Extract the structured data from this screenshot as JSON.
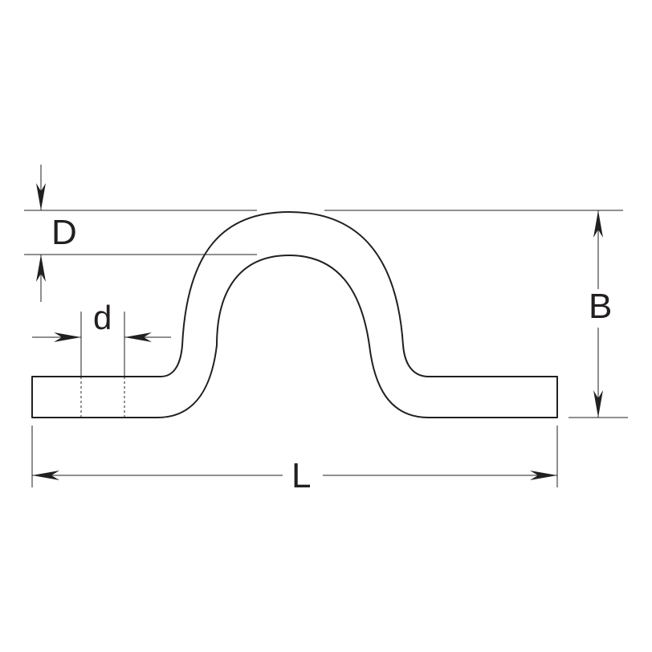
{
  "dimensions": {
    "D": "D",
    "d": "d",
    "B": "B",
    "L": "L"
  }
}
